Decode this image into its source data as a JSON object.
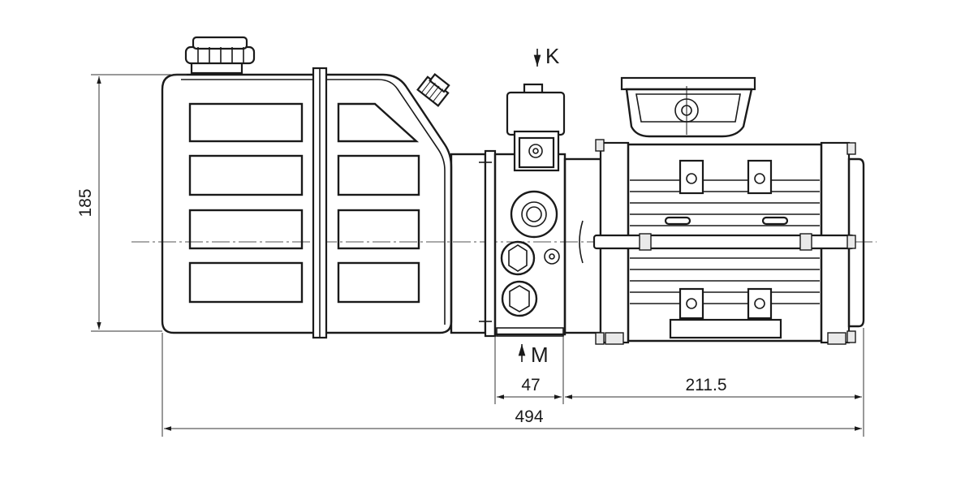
{
  "drawing": {
    "dimensions": {
      "height_185": "185",
      "valve_47": "47",
      "motor_211_5": "211.5",
      "overall_494": "494"
    },
    "ports": {
      "k_label": "K",
      "m_label": "M"
    }
  }
}
